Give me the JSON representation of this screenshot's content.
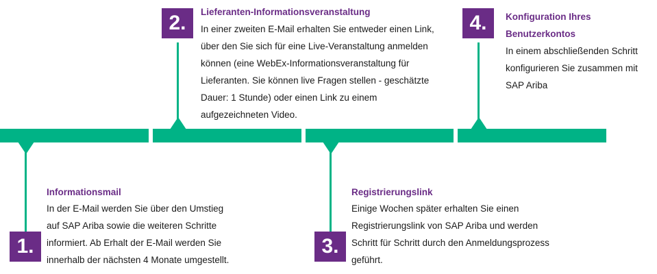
{
  "colors": {
    "accent_green": "#00b386",
    "accent_purple": "#6a2c86"
  },
  "steps": [
    {
      "number": "1.",
      "title": "Informationsmail",
      "body": "In der E-Mail werden Sie über den Umstieg\nauf SAP Ariba sowie die weiteren Schritte\ninformiert. Ab Erhalt der E-Mail werden Sie\ninnerhalb der nächsten 4 Monate umgestellt."
    },
    {
      "number": "2.",
      "title": "Lieferanten-Informationsveranstaltung",
      "body": "In einer zweiten E-Mail erhalten Sie entweder einen Link,\nüber den Sie sich für eine Live-Veranstaltung anmelden\nkönnen (eine WebEx-Informationsveranstaltung für\nLieferanten. Sie können live Fragen stellen - geschätzte\nDauer: 1 Stunde) oder einen Link zu einem\naufgezeichneten Video."
    },
    {
      "number": "3.",
      "title": "Registrierungslink",
      "body": "Einige Wochen später erhalten Sie einen\nRegistrierungslink von SAP Ariba und werden\nSchritt für Schritt durch den Anmeldungsprozess\ngeführt."
    },
    {
      "number": "4.",
      "title": "Konfiguration Ihres\nBenutzerkontos",
      "body": "In einem abschließenden Schritt\nkonfigurieren Sie zusammen mit\nSAP Ariba"
    }
  ]
}
